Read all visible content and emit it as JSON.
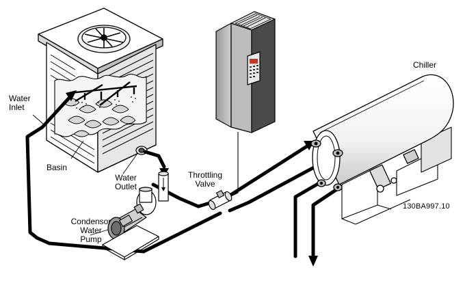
{
  "labels": {
    "water_inlet": "Water\nInlet",
    "basin": "Basin",
    "water_outlet": "Water\nOutlet",
    "throttling_valve": "Throttling\nValve",
    "condensor_water_pump": "Condensor\nWater\nPump",
    "chiller": "Chiller",
    "reference": "130BA997.10"
  },
  "colors": {
    "line": "#000000",
    "shade": "#8a8a8a",
    "light": "#d9d9d9",
    "drive_front": "#555555",
    "drive_side": "#a8a8a8",
    "accent": "#c0392b"
  }
}
